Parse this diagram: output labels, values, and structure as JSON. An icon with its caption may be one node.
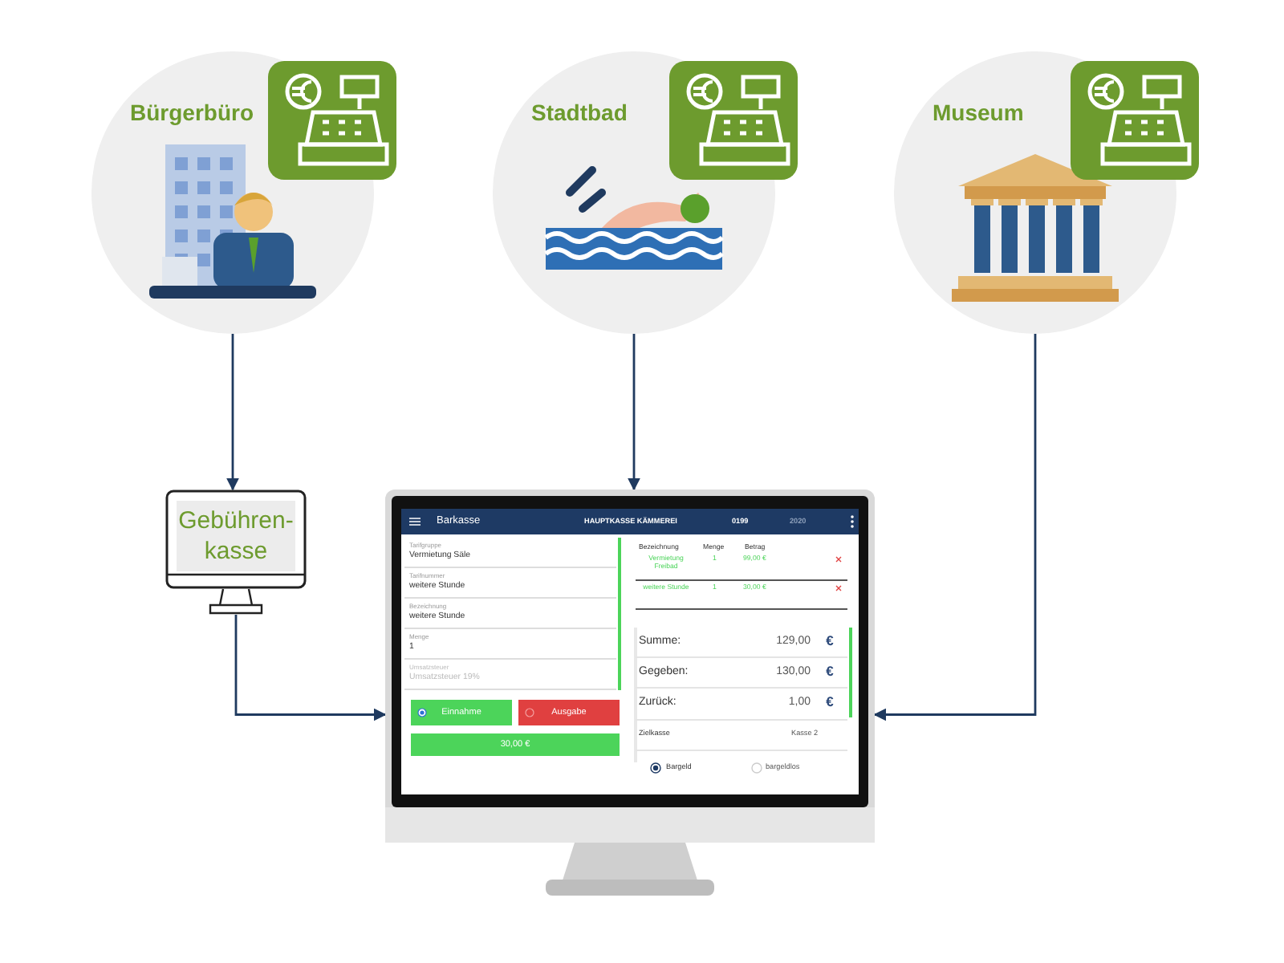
{
  "diagram": {
    "nodes": [
      {
        "text": [
          "Bürgerbüro"
        ]
      },
      {
        "text": [
          "Stadtbad"
        ]
      },
      {
        "text": [
          "Museum"
        ]
      },
      {
        "text": [
          "Gebühren- kasse"
        ]
      },
      {
        "text": [],
        "shape": "picture"
      }
    ],
    "edges": [
      {
        "from": 0,
        "to": 3,
        "arrow": "to"
      },
      {
        "from": 3,
        "to": 4,
        "arrow": "to"
      },
      {
        "from": 1,
        "to": 4,
        "arrow": "to"
      },
      {
        "from": 2,
        "to": 4,
        "arrow": "to"
      }
    ],
    "labels": [
      "Barkasse",
      "HAUPTKASSE KÄMMEREI",
      "0199",
      "2020",
      "Tarifgruppe",
      "Vermietung Säle",
      "Tarifnummer",
      "weitere Stunde",
      "Bezeichnung",
      "weitere Stunde",
      "Menge",
      "1",
      "Umsatzsteuer",
      "Umsatzsteuer 19%",
      "Einnahme",
      "Ausgabe",
      "30,00 €",
      "Bezeichnung",
      "Menge",
      "Betrag",
      "Vermietung Freibad",
      "1",
      "99,00 €",
      "weitere Stunde",
      "1",
      "30,00 €",
      "Summe:",
      "129,00",
      "€",
      "Gegeben:",
      "130,00",
      "€",
      "Zurück:",
      "1,00",
      "€",
      "Zielkasse",
      "Kasse 2",
      "Bargeld",
      "bargeldlos"
    ]
  }
}
